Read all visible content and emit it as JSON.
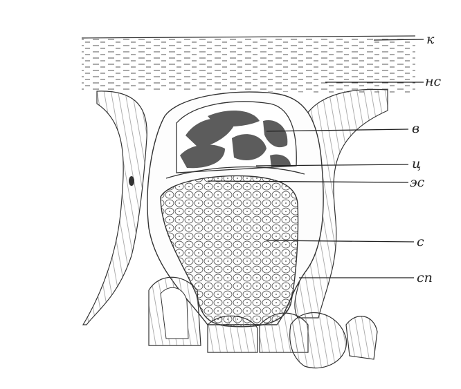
{
  "figure": {
    "labels": [
      {
        "id": "k",
        "text": "к"
      },
      {
        "id": "ns",
        "text": "нс"
      },
      {
        "id": "v",
        "text": "в"
      },
      {
        "id": "ts",
        "text": "ц"
      },
      {
        "id": "es",
        "text": "эс"
      },
      {
        "id": "s",
        "text": "с"
      },
      {
        "id": "sp",
        "text": "сп"
      }
    ]
  },
  "colors": {
    "ink": "#2a2a2a",
    "dark_region": "#5c5c5c",
    "paper": "#ffffff"
  }
}
